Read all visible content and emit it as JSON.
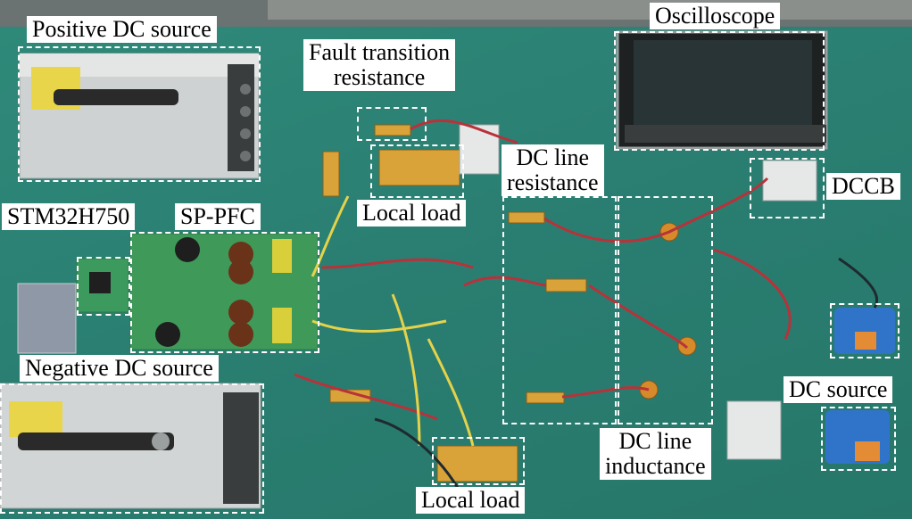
{
  "image": {
    "description_labels": {
      "positive_dc_source": "Positive DC source",
      "fault_transition_resistance_line1": "Fault transition",
      "fault_transition_resistance_line2": "resistance",
      "oscilloscope": "Oscilloscope",
      "dc_line_resistance_line1": "DC line",
      "dc_line_resistance_line2": "resistance",
      "dccb": "DCCB",
      "stm32": "STM32H750",
      "sp_pfc": "SP-PFC",
      "local_load_top": "Local load",
      "negative_dc_source": "Negative DC source",
      "dc_source": "DC source",
      "dc_line_inductance_line1": "DC line",
      "dc_line_inductance_line2": "inductance",
      "local_load_bottom": "Local load"
    }
  },
  "colors": {
    "board_background": "#2a7f72",
    "pcb": "#3f9a5a",
    "resistor": "#d9a33a",
    "wire_red": "#b8323a",
    "wire_yellow": "#e5d24a",
    "battery_blue": "#2f74c9",
    "supply_body": "#d9dbdc"
  }
}
